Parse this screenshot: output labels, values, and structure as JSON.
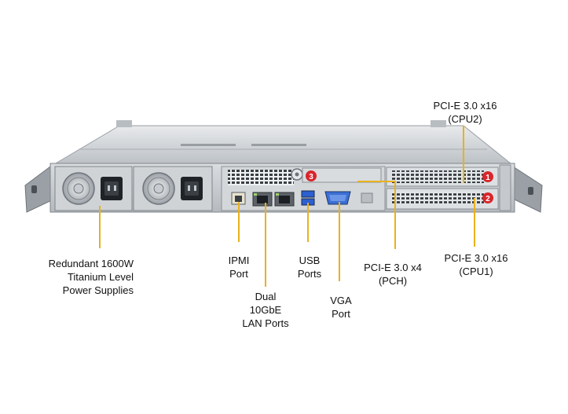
{
  "colors": {
    "callout_line": "#e9b11c",
    "slot_badge": "#d8262b",
    "chassis": "#c9cdd1",
    "chassis_dark": "#8f959b"
  },
  "slot_badges": [
    "3",
    "1",
    "2"
  ],
  "labels": {
    "psu": [
      "Redundant 1600W",
      "Titanium Level",
      "Power Supplies"
    ],
    "ipmi": [
      "IPMI",
      "Port"
    ],
    "lan": [
      "Dual",
      "10GbE",
      "LAN Ports"
    ],
    "usb": [
      "USB",
      "Ports"
    ],
    "vga": [
      "VGA",
      "Port"
    ],
    "pcie_x4": [
      "PCI-E 3.0 x4",
      "(PCH)"
    ],
    "pcie_cpu2": [
      "PCI-E 3.0 x16",
      "(CPU2)"
    ],
    "pcie_cpu1": [
      "PCI-E 3.0 x16",
      "(CPU1)"
    ]
  },
  "icons": {
    "power_supply": "psu-fan-icon",
    "power_inlet": "ac-inlet-icon",
    "ethernet": "rj45-port-icon",
    "usb": "usb-port-icon",
    "vga": "vga-port-icon"
  }
}
